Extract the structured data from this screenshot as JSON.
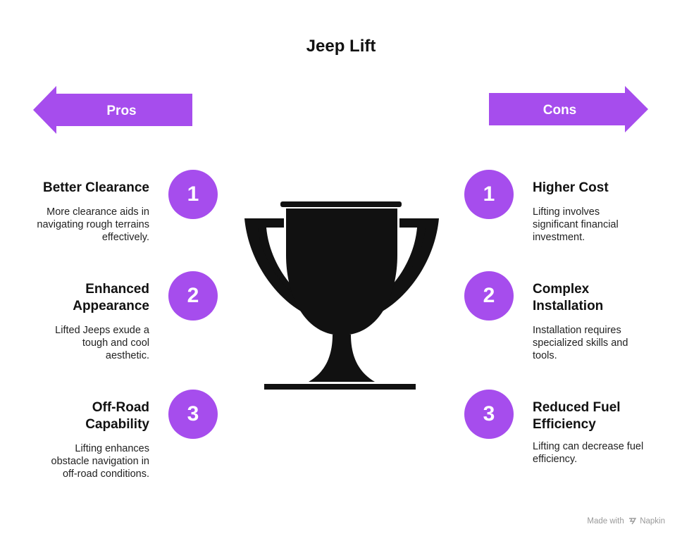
{
  "title": "Jeep Lift",
  "colors": {
    "accent": "#a64ded",
    "dark": "#111111"
  },
  "pros": {
    "label": "Pros",
    "items": [
      {
        "number": "1",
        "title": "Better Clearance",
        "description": "More clearance aids in navigating rough terrains effectively."
      },
      {
        "number": "2",
        "title": "Enhanced Appearance",
        "description": "Lifted Jeeps exude a tough and cool aesthetic."
      },
      {
        "number": "3",
        "title": "Off-Road Capability",
        "description": "Lifting enhances obstacle navigation in off-road conditions."
      }
    ]
  },
  "cons": {
    "label": "Cons",
    "items": [
      {
        "number": "1",
        "title": "Higher Cost",
        "description": "Lifting involves significant financial investment."
      },
      {
        "number": "2",
        "title": "Complex Installation",
        "description": "Installation requires specialized skills and tools."
      },
      {
        "number": "3",
        "title": "Reduced Fuel Efficiency",
        "description": "Lifting can decrease fuel efficiency."
      }
    ]
  },
  "center_icon": "trophy-icon",
  "footer": {
    "text": "Made with",
    "brand": "Napkin",
    "brand_icon": "napkin-logo-icon"
  }
}
